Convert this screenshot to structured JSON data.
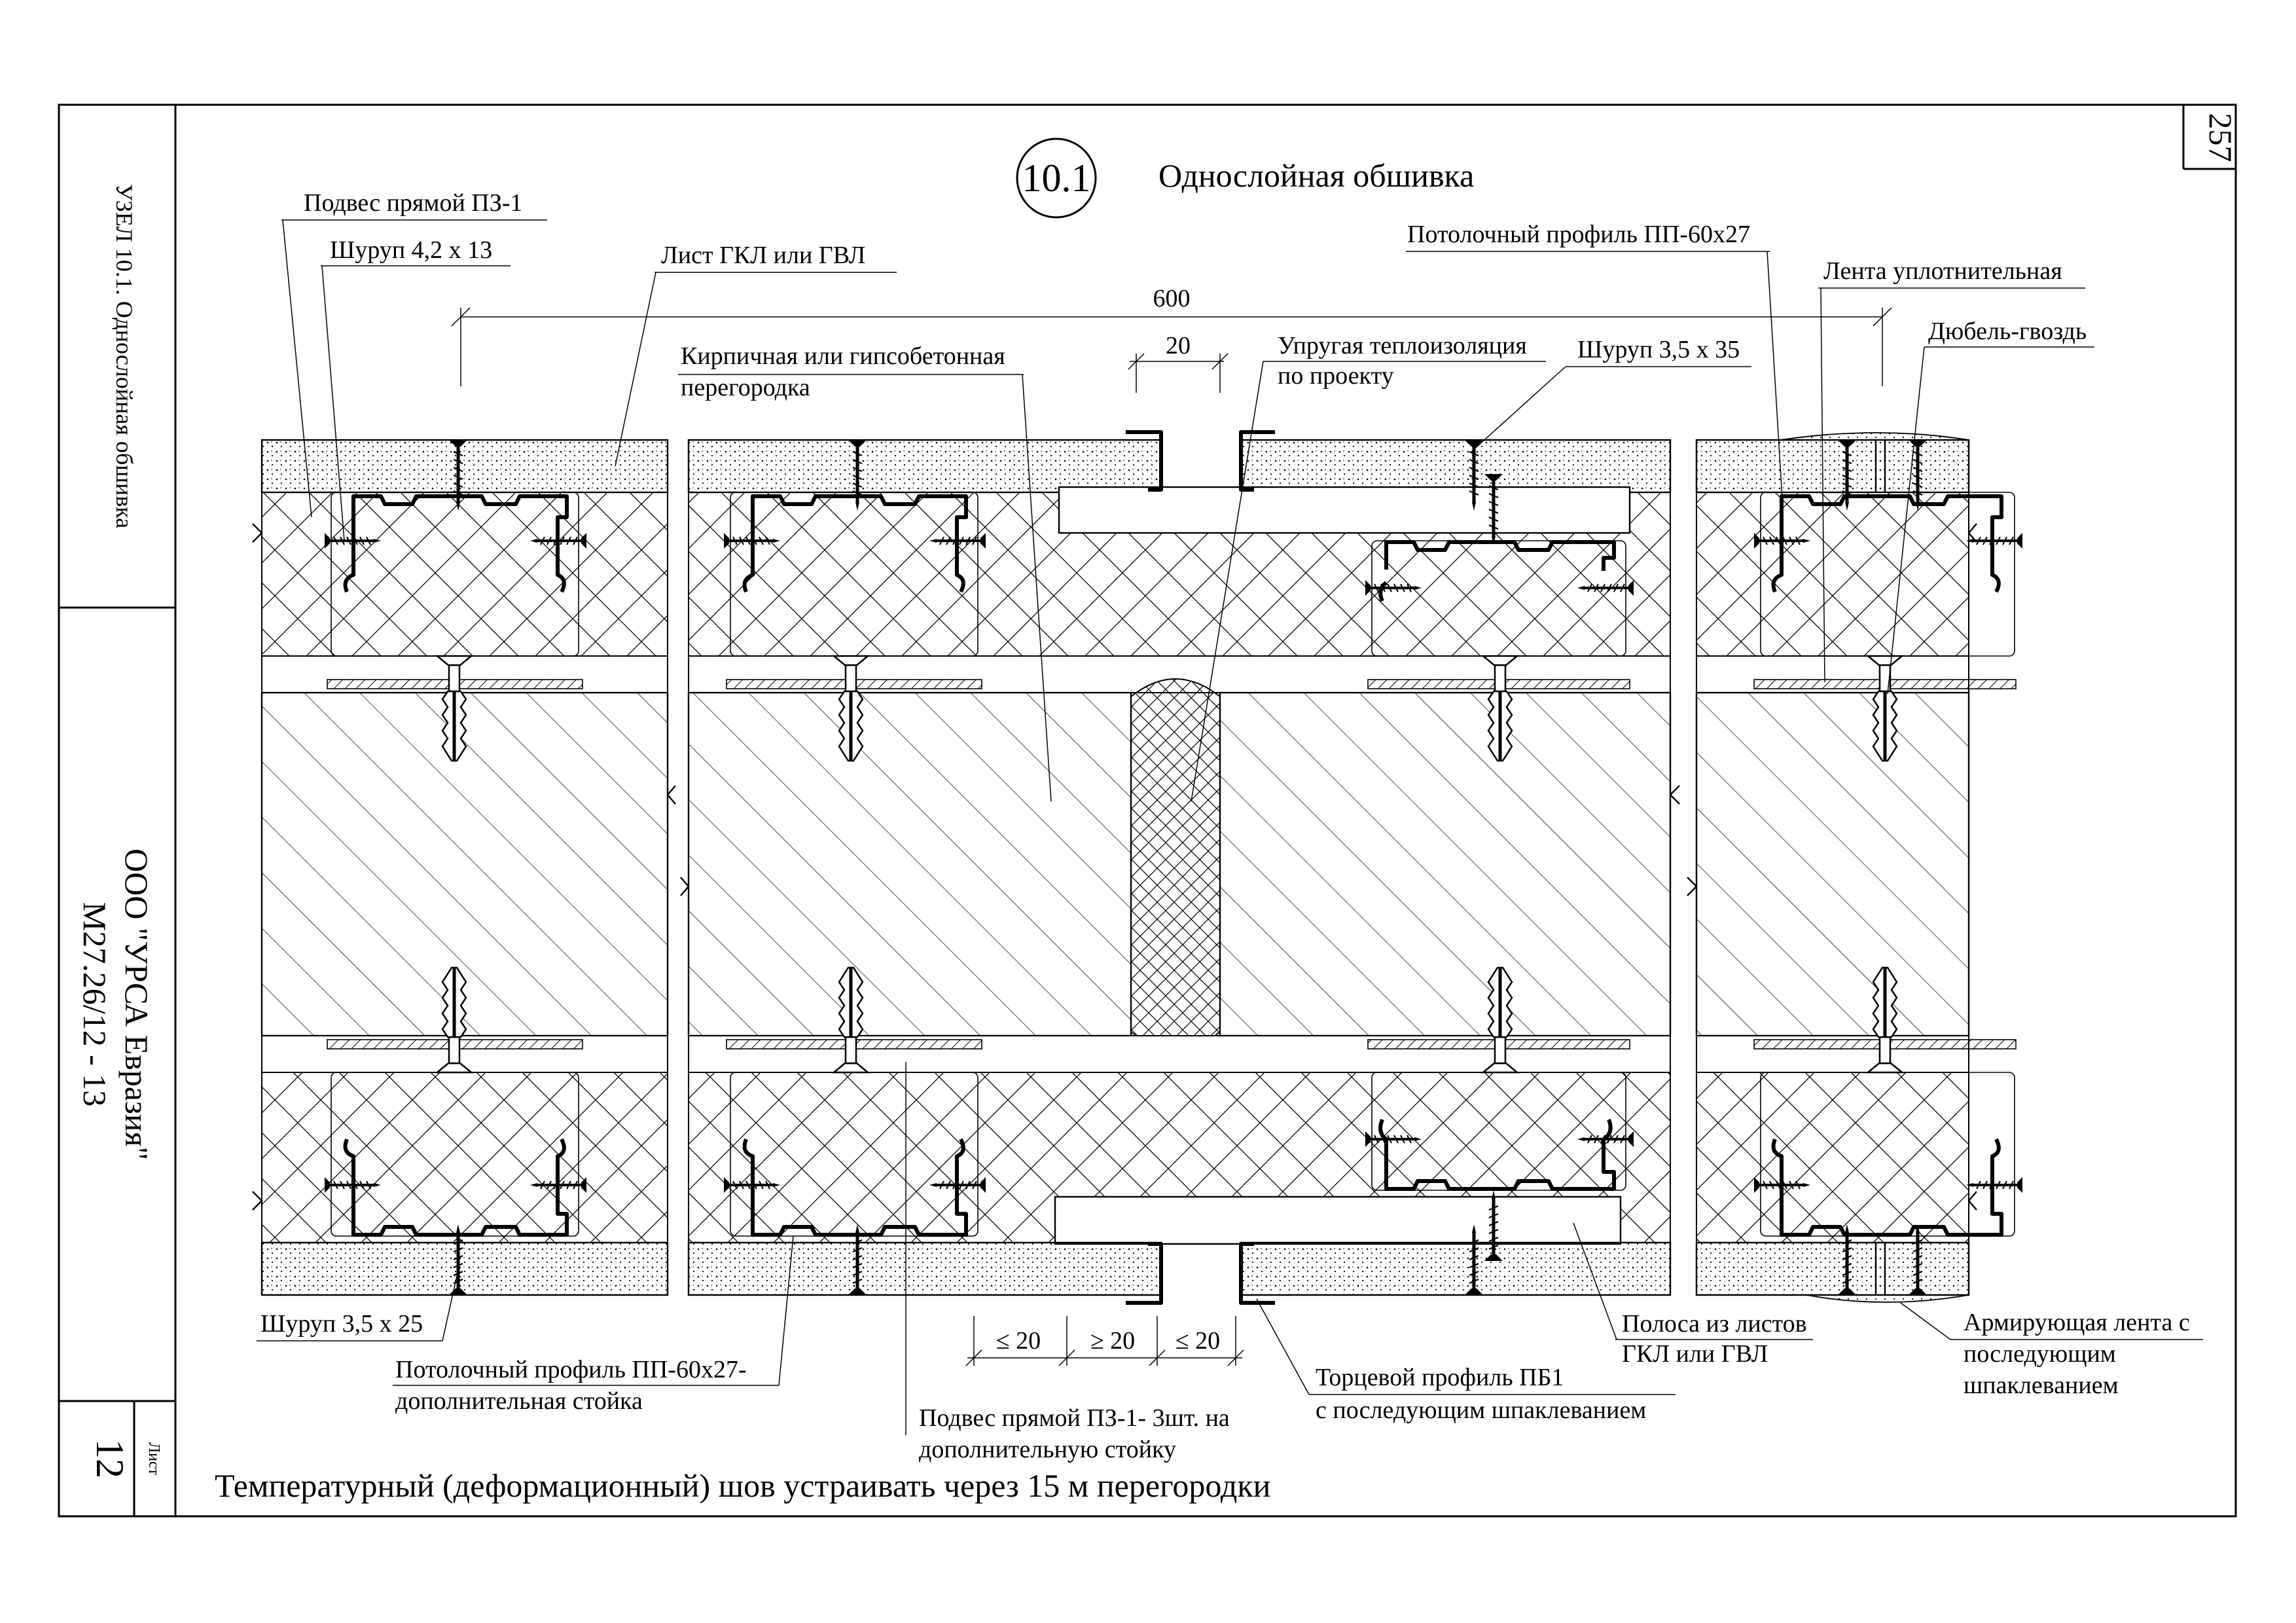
{
  "sheet": {
    "number": "257",
    "list_label": "Лист",
    "list_number": "12",
    "side_title": "УЗЕЛ 10.1. Однослойная обшивка",
    "organization": "ООО \"УРСА Евразия\"",
    "code": "М27.26/12 - 13"
  },
  "title": {
    "node": "10.1",
    "name": "Однослойная обшивка"
  },
  "dimensions": {
    "overall": "600",
    "gap": "20",
    "bottom_left": "≤ 20",
    "bottom_mid": "≥ 20",
    "bottom_right": "≤ 20"
  },
  "labels": {
    "podves": "Подвес прямой ПЗ-1",
    "shurup_4_2": "Шуруп 4,2 х 13",
    "list_gkl": "Лист ГКЛ или ГВЛ",
    "kirpich_1": "Кирпичная или гипсобетонная",
    "kirpich_2": "перегородка",
    "teplo_1": "Упругая теплоизоляция",
    "teplo_2": "по проекту",
    "shurup_3_5_35": "Шуруп 3,5 х 35",
    "potolok_top": "Потолочный профиль ПП-60х27",
    "lenta": "Лента уплотнительная",
    "dubel": "Дюбель-гвоздь",
    "shurup_3_5_25": "Шуруп 3,5 х 25",
    "dop_stoika_1": "Потолочный профиль ПП-60х27-",
    "dop_stoika_2": "дополнительная стойка",
    "podves3_1": "Подвес прямой ПЗ-1- 3шт. на",
    "podves3_2": "дополнительную стойку",
    "torec_1": "Торцевой профиль ПБ1",
    "torec_2": "с последующим шпаклеванием",
    "polosa_1": "Полоса из листов",
    "polosa_2": "ГКЛ или ГВЛ",
    "arm_1": "Армирующая лента с",
    "arm_2": "последующим",
    "arm_3": "шпаклеванием"
  },
  "note": "Температурный (деформационный) шов устраивать через 15 м перегородки"
}
